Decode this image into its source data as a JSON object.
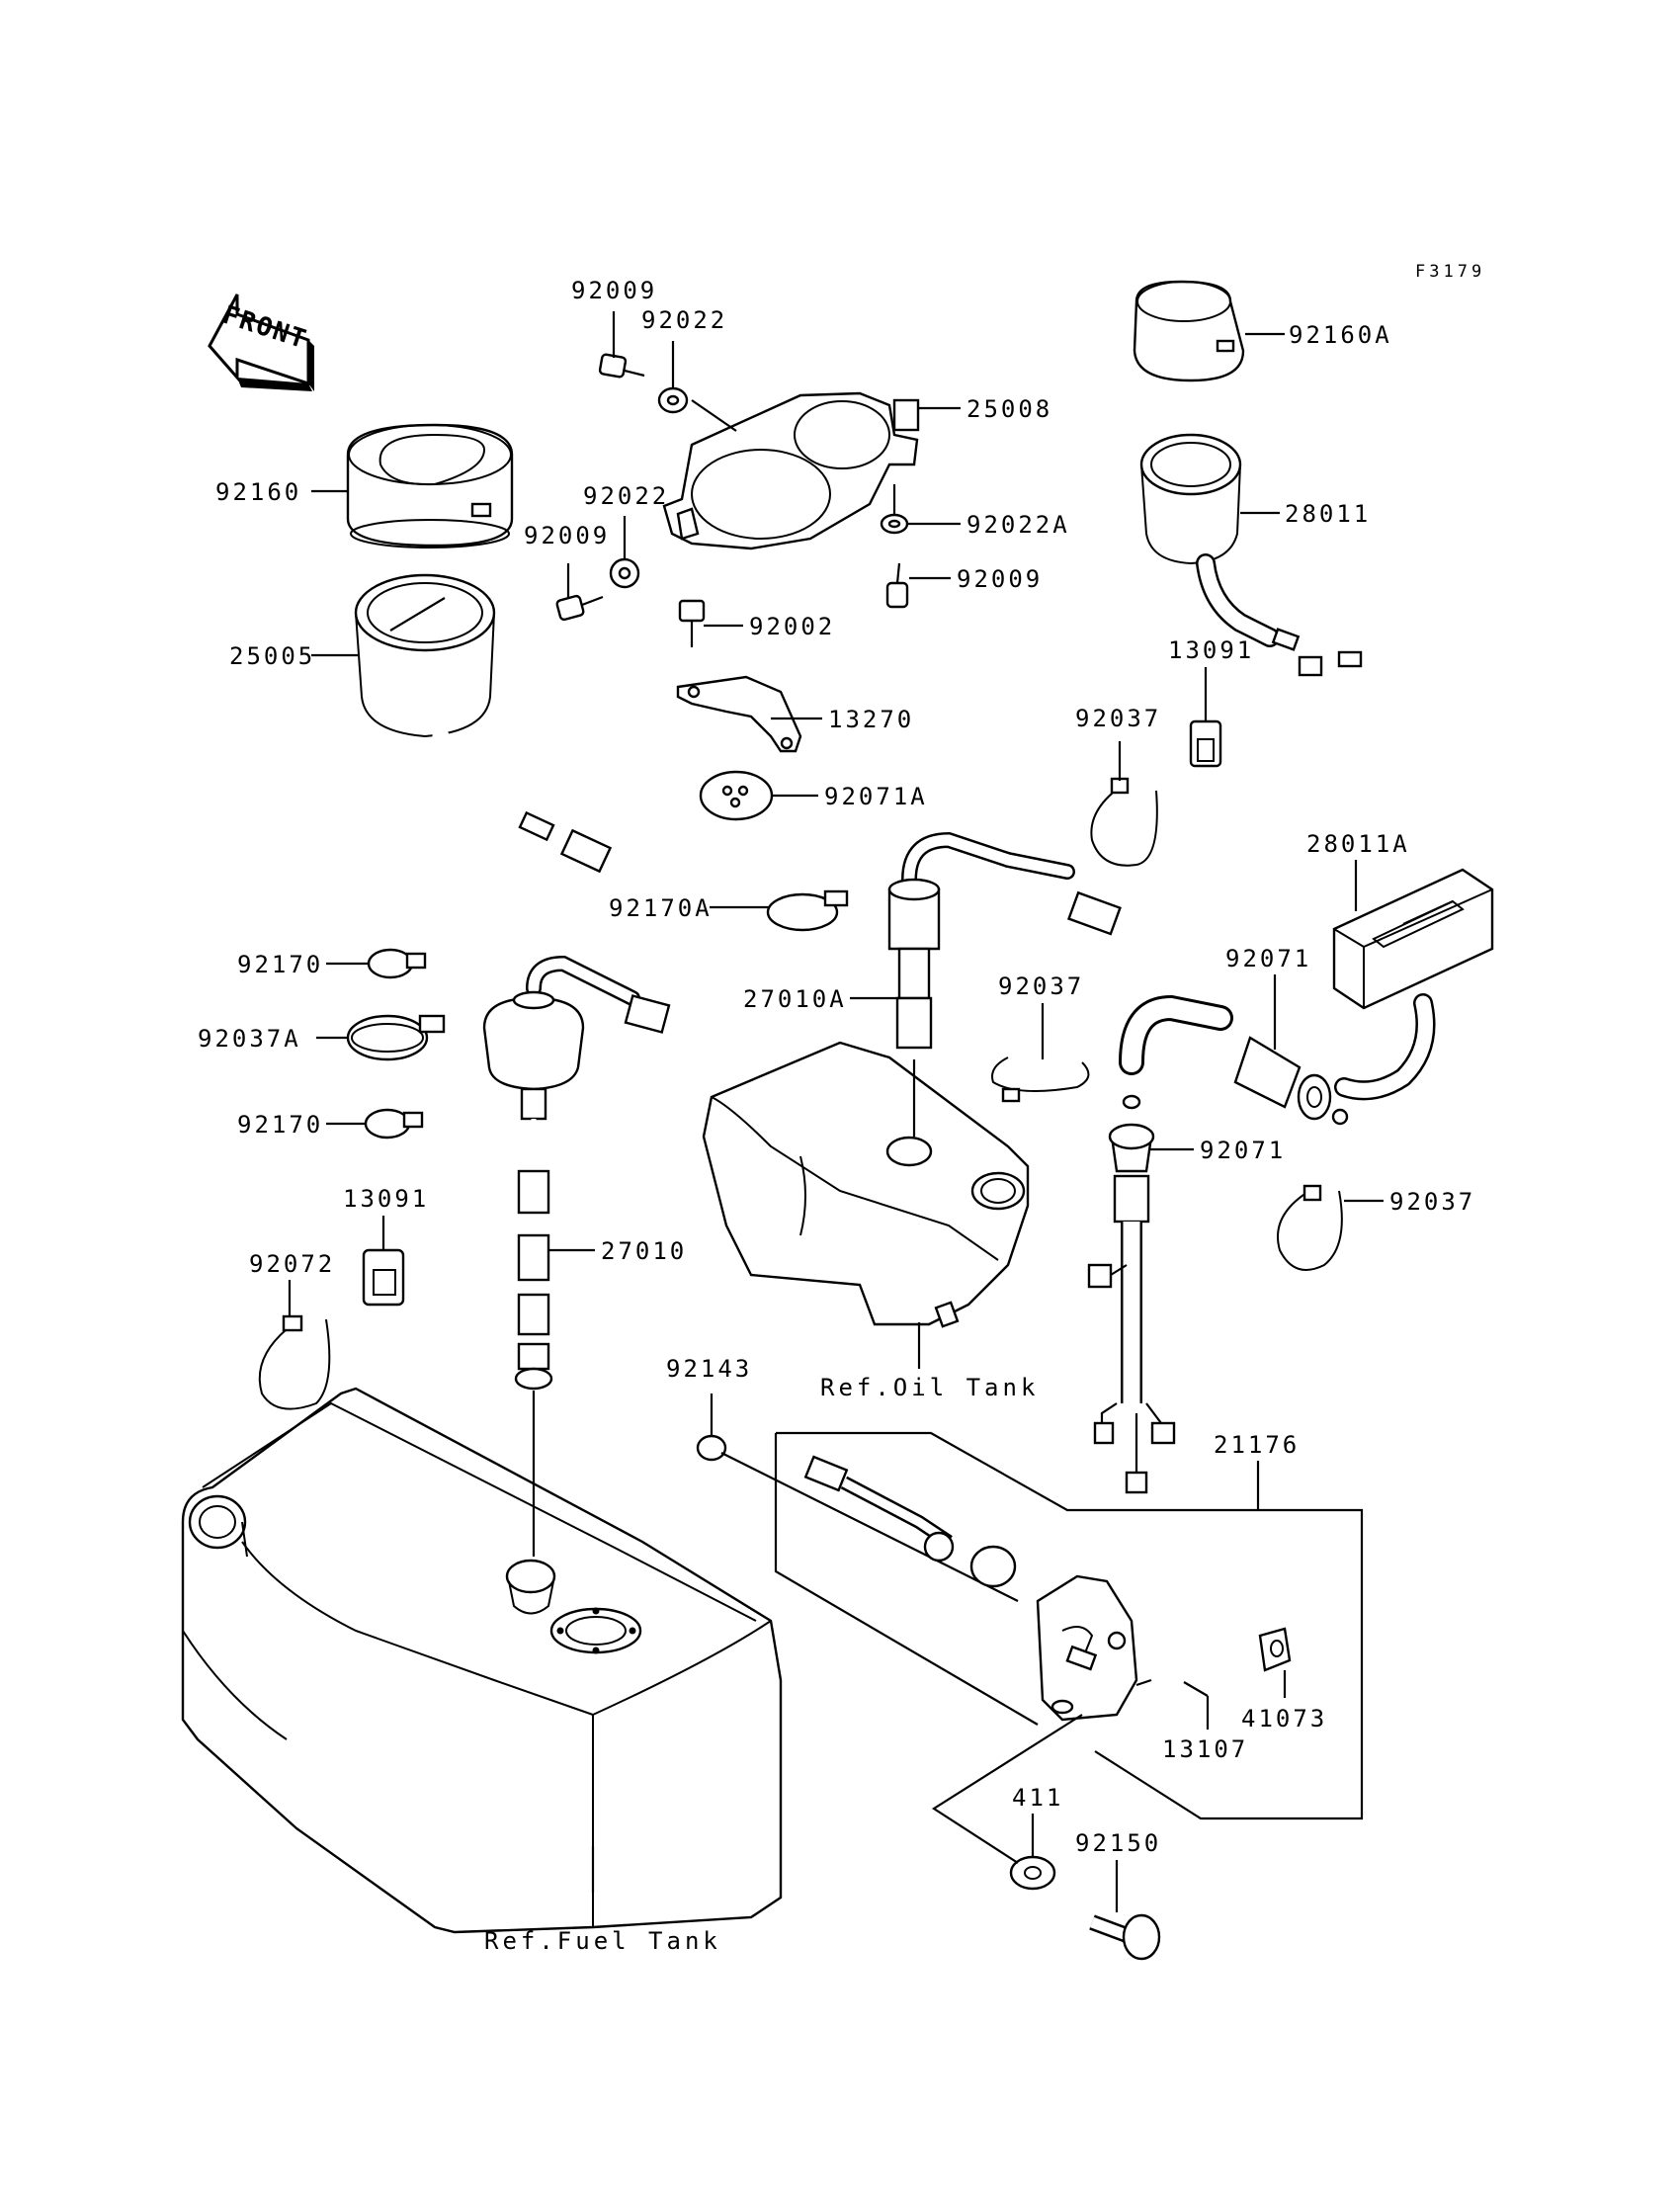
{
  "figure_code": "F3179",
  "front_label": "FRONT",
  "refs": {
    "oil_tank": "Ref.Oil Tank",
    "fuel_tank": "Ref.Fuel Tank"
  },
  "parts": [
    {
      "id": "p01",
      "number": "92009"
    },
    {
      "id": "p02",
      "number": "92022"
    },
    {
      "id": "p03",
      "number": "25008"
    },
    {
      "id": "p04",
      "number": "92160A"
    },
    {
      "id": "p05",
      "number": "92160"
    },
    {
      "id": "p06",
      "number": "92022"
    },
    {
      "id": "p07",
      "number": "92009"
    },
    {
      "id": "p08",
      "number": "92022A"
    },
    {
      "id": "p09",
      "number": "28011"
    },
    {
      "id": "p10",
      "number": "92009"
    },
    {
      "id": "p11",
      "number": "92002"
    },
    {
      "id": "p12",
      "number": "25005"
    },
    {
      "id": "p13",
      "number": "13091"
    },
    {
      "id": "p14",
      "number": "13270"
    },
    {
      "id": "p15",
      "number": "92037"
    },
    {
      "id": "p16",
      "number": "92071A"
    },
    {
      "id": "p17",
      "number": "28011A"
    },
    {
      "id": "p18",
      "number": "92170A"
    },
    {
      "id": "p19",
      "number": "92170"
    },
    {
      "id": "p20",
      "number": "92071"
    },
    {
      "id": "p21",
      "number": "27010A"
    },
    {
      "id": "p22",
      "number": "92037"
    },
    {
      "id": "p23",
      "number": "92037A"
    },
    {
      "id": "p24",
      "number": "92071"
    },
    {
      "id": "p25",
      "number": "92170"
    },
    {
      "id": "p26",
      "number": "92037"
    },
    {
      "id": "p27",
      "number": "13091"
    },
    {
      "id": "p28",
      "number": "27010"
    },
    {
      "id": "p29",
      "number": "92072"
    },
    {
      "id": "p30",
      "number": "92143"
    },
    {
      "id": "p31",
      "number": "21176"
    },
    {
      "id": "p32",
      "number": "41073"
    },
    {
      "id": "p33",
      "number": "13107"
    },
    {
      "id": "p34",
      "number": "411"
    },
    {
      "id": "p35",
      "number": "92150"
    }
  ]
}
